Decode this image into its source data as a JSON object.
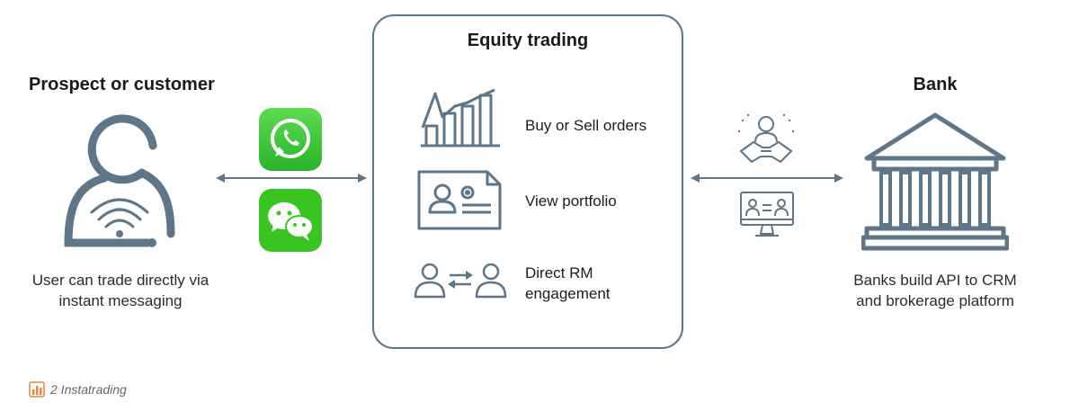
{
  "left": {
    "title": "Prospect or customer",
    "caption_line1": "User can trade directly via",
    "caption_line2": "instant messaging"
  },
  "center": {
    "title": "Equity trading",
    "items": [
      {
        "label_line1": "Buy or Sell orders",
        "label_line2": "",
        "icon": "bar-chart-icon"
      },
      {
        "label_line1": "View portfolio",
        "label_line2": "",
        "icon": "portfolio-card-icon"
      },
      {
        "label_line1": "Direct RM",
        "label_line2": "engagement",
        "icon": "people-exchange-icon"
      }
    ]
  },
  "right": {
    "title": "Bank",
    "caption_line1": "Banks build API to CRM",
    "caption_line2": "and brokerage platform"
  },
  "footer": {
    "text": "2 Instatrading"
  },
  "colors": {
    "icon_stroke": "#5e7687",
    "whatsapp_green": "#3ec83a",
    "wechat_green": "#39c422",
    "footer_icon": "#e8843a"
  }
}
